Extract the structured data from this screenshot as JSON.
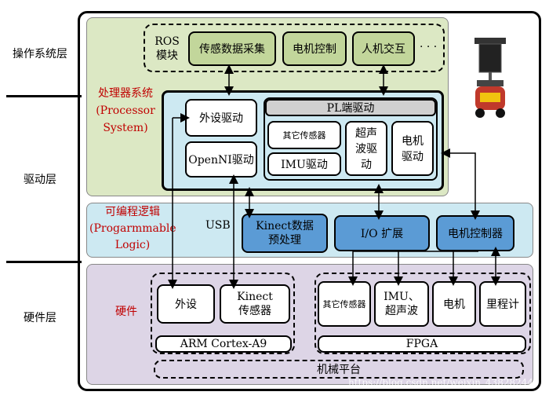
{
  "layers": {
    "os": "操作系统层",
    "driver": "驱动层",
    "hardware": "硬件层"
  },
  "ros": {
    "title": "ROS模块",
    "items": [
      "传感数据采集",
      "电机控制",
      "人机交互"
    ],
    "ellipsis": "· · ·"
  },
  "ps": {
    "title": "处理器系统(Processor System)",
    "peripheral_driver": "外设驱动",
    "openni_driver": "OpenNI驱动",
    "pl_title": "PL端驱动",
    "other_sensor": "其它传感器",
    "imu_driver": "IMU驱动",
    "ultrasonic_driver": "超声波驱动",
    "motor_driver": "电机驱动"
  },
  "pl": {
    "title": "可编程逻辑(Progarmmable Logic)",
    "usb": "USB",
    "kinect_pre": "Kinect数据预处理",
    "io_ext": "I/O 扩展",
    "motor_ctrl": "电机控制器"
  },
  "hw": {
    "title": "硬件",
    "peripheral": "外设",
    "kinect_sensor": "Kinect传感器",
    "arm": "ARM Cortex-A9",
    "other_sensor": "其它传感器",
    "imu_ultra": "IMU、超声波",
    "motor": "电机",
    "odometer": "里程计",
    "fpga": "FPGA",
    "mechanical": "机械平台"
  },
  "watermark": "https://blog.csdn.net/weixin_43828244"
}
